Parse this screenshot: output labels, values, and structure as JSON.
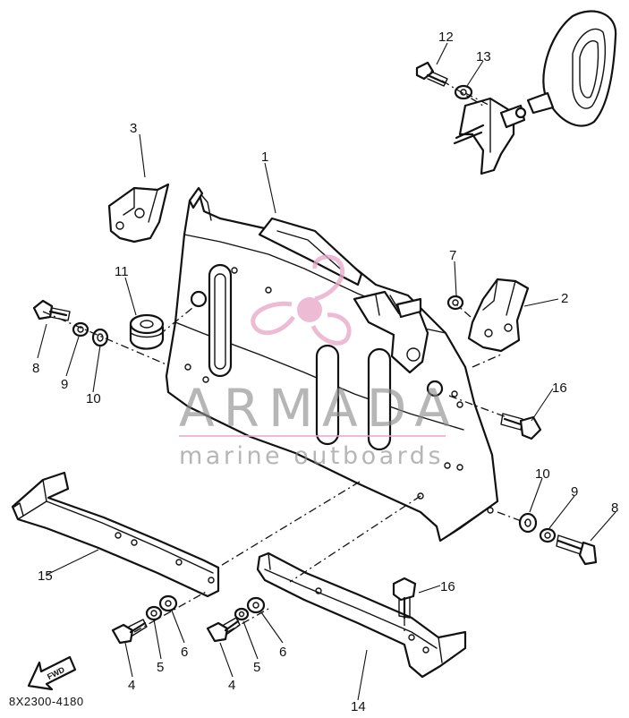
{
  "diagram": {
    "drawing_code": "8X2300-4180",
    "direction_label": "FWD",
    "callouts": [
      "1",
      "2",
      "3",
      "4",
      "4",
      "5",
      "5",
      "6",
      "6",
      "7",
      "8",
      "8",
      "9",
      "9",
      "10",
      "10",
      "11",
      "12",
      "13",
      "14",
      "15",
      "16",
      "16"
    ]
  },
  "watermark": {
    "name": "ARMADA",
    "tagline": "marine outboards",
    "logo_color": "#e8a6c6"
  }
}
